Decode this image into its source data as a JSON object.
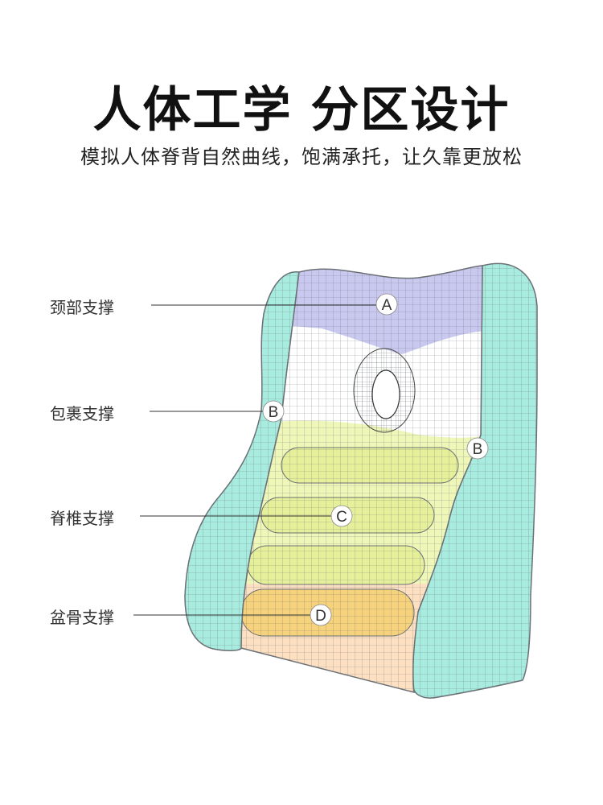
{
  "header": {
    "title": "人体工学 分区设计",
    "subtitle": "模拟人体脊背自然曲线，饱满承托，让久靠更放松"
  },
  "zones": [
    {
      "label": "颈部支撑",
      "marker": "A"
    },
    {
      "label": "包裹支撑",
      "marker": "B"
    },
    {
      "label": "脊椎支撑",
      "marker": "C"
    },
    {
      "label": "盆骨支撑",
      "marker": "D"
    }
  ],
  "extra_marker": "B",
  "colors": {
    "side": "#a8ece0",
    "neck": "#c9c9f0",
    "upper": "#ffffff",
    "spine": "#eef6b8",
    "spine_bar": "#e6f09a",
    "pelvis": "#fde0c2",
    "pelvis_bar": "#f6d27c",
    "mesh": "#6b7075"
  }
}
